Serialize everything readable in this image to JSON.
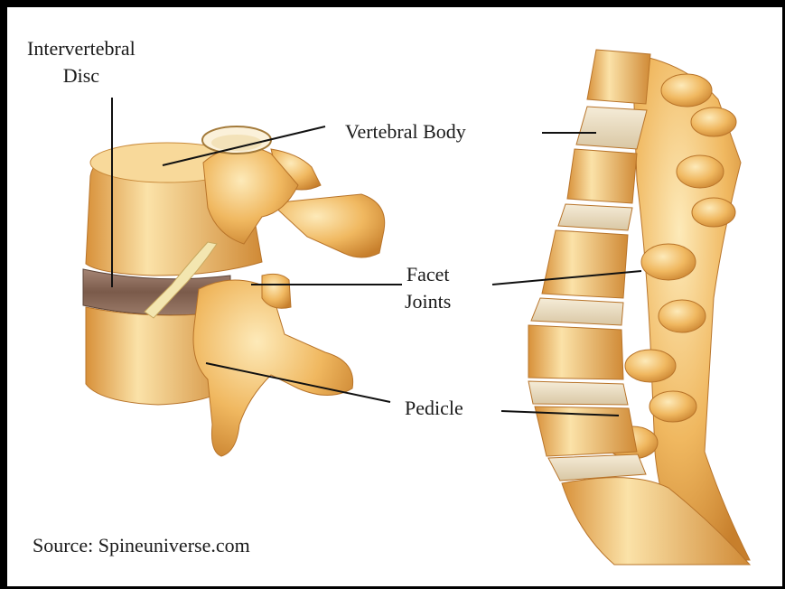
{
  "labels": {
    "intervertebral_disc_line1": "Intervertebral",
    "intervertebral_disc_line2": "Disc",
    "vertebral_body": "Vertebral Body",
    "facet_joints_line1": "Facet",
    "facet_joints_line2": "Joints",
    "pedicle": "Pedicle"
  },
  "source": "Source: Spineuniverse.com",
  "colors": {
    "bone_light": "#f7d798",
    "bone_mid": "#e8a94a",
    "bone_dark": "#b8742a",
    "disc": "#8a6a5a",
    "leader": "#111111"
  }
}
